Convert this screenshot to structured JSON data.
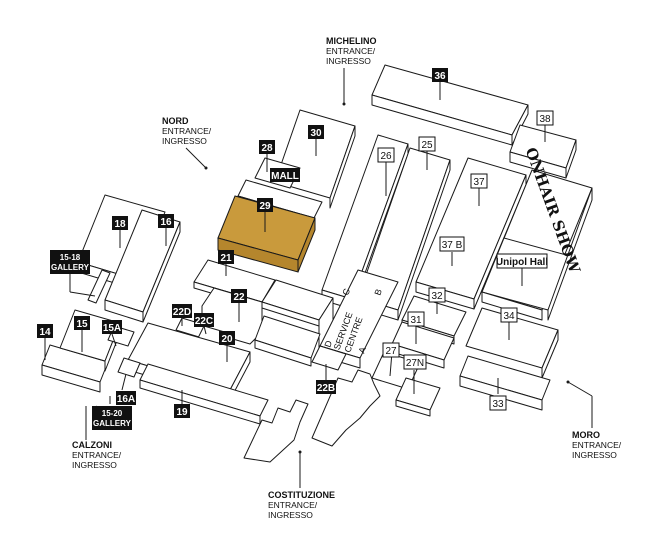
{
  "entrances": {
    "michelino": {
      "name": "MICHELINO",
      "line1": "ENTRANCE/",
      "line2": "INGRESSO"
    },
    "nord": {
      "name": "NORD",
      "line1": "ENTRANCE/",
      "line2": "INGRESSO"
    },
    "calzoni": {
      "name": "CALZONI",
      "line1": "ENTRANCE/",
      "line2": "INGRESSO"
    },
    "costituzione": {
      "name": "COSTITUZIONE",
      "line1": "ENTRANCE/",
      "line2": "INGRESSO"
    },
    "moro": {
      "name": "MORO",
      "line1": "ENTRANCE/",
      "line2": "INGRESSO"
    }
  },
  "halls": {
    "h36": "36",
    "h38": "38",
    "h30": "30",
    "h28": "28",
    "mall": "MALL",
    "h29": "29",
    "h26": "26",
    "h25": "25",
    "h37": "37",
    "h37b": "37 B",
    "unipol": "Unipol Hall",
    "h18": "18",
    "h16": "16",
    "g1518a": "15-18",
    "g1518b": "GALLERY",
    "h21": "21",
    "h22": "22",
    "h22d": "22D",
    "h22c": "22C",
    "h20": "20",
    "h14": "14",
    "h15": "15",
    "h15a": "15A",
    "h16a": "16A",
    "g1520a": "15-20",
    "g1520b": "GALLERY",
    "h19": "19",
    "h32": "32",
    "h31": "31",
    "h34": "34",
    "h27": "27",
    "h27n": "27N",
    "h33": "33",
    "h22b": "22B"
  },
  "service_centre": {
    "line1": "SERVICE",
    "line2": "CENTRE"
  },
  "road_letters": {
    "a": "A",
    "b": "B",
    "c": "C",
    "d": "D"
  },
  "logo_text": "ONHAIR SHOW",
  "colors": {
    "highlight": "#c99a3c",
    "dark_badge": "#111111"
  }
}
